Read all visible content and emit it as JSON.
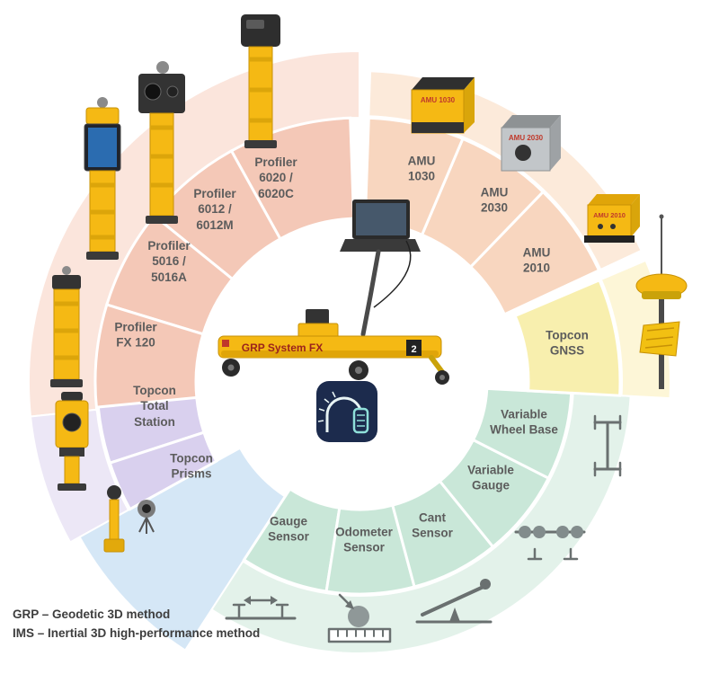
{
  "wheel": {
    "profiler_6020": "Profiler\n6020 /\n6020C",
    "profiler_6012": "Profiler\n6012 /\n6012M",
    "profiler_5016": "Profiler\n5016 /\n5016A",
    "profiler_fx120": "Profiler\nFX 120",
    "topcon_total_station": "Topcon\nTotal\nStation",
    "topcon_prisms": "Topcon\nPrisms",
    "amu_1030": "AMU\n1030",
    "amu_2030": "AMU\n2030",
    "amu_2010": "AMU\n2010",
    "topcon_gnss": "Topcon\nGNSS",
    "variable_wheel_base": "Variable\nWheel Base",
    "variable_gauge": "Variable\nGauge",
    "cant_sensor": "Cant\nSensor",
    "odometer_sensor": "Odometer\nSensor",
    "gauge_sensor": "Gauge\nSensor"
  },
  "center": {
    "system_label": "GRP System FX",
    "unit_label": "2",
    "icon": "tunnel-scan-icon"
  },
  "photos": {
    "amu_1030": "AMU 1030",
    "amu_2030": "AMU 2030",
    "amu_2010": "AMU 2010"
  },
  "legend": {
    "grp": "GRP – Geodetic 3D method",
    "ims": "IMS – Inertial 3D high-performance method"
  },
  "colors": {
    "profiler_band": "#f4c8b7",
    "profiler_outer": "#fbe5dc",
    "topcon_band": "#d9d0ee",
    "topcon_outer": "#ece7f6",
    "prism_pole_area": "#d5e7f6",
    "sensor_band": "#c9e7d8",
    "sensor_outer": "#e3f2ea",
    "gnss_band": "#f8efae",
    "gnss_outer": "#fdf6d7",
    "amu_band": "#f8d6bf",
    "amu_outer": "#fceada",
    "device_yellow": "#f5b914",
    "icon_bg": "#1c2b4d"
  }
}
